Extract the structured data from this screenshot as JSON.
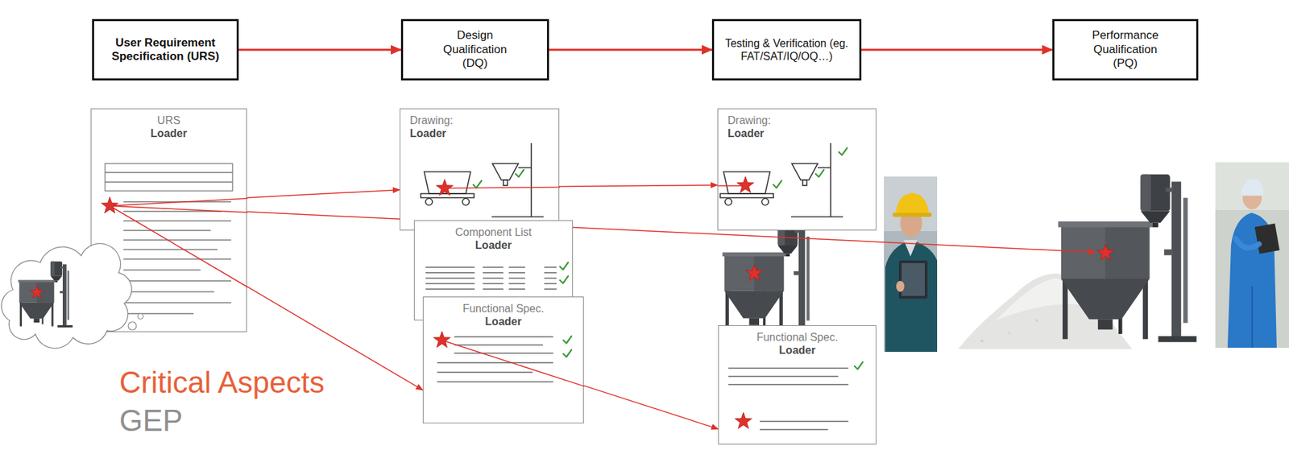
{
  "diagram": {
    "nodes": [
      {
        "text": [
          "User Requirement Specification (URS)"
        ]
      },
      {
        "text": [
          "Design Qualification (DQ)"
        ]
      },
      {
        "text": [
          "Testing & Verification (eg. FAT/SAT/IQ/OQ…)"
        ]
      },
      {
        "text": [
          "Performance Qualification (PQ)"
        ]
      },
      {
        "text": [
          "URS",
          "Loader"
        ]
      },
      {
        "text": [
          "Drawing:",
          "Loader"
        ]
      },
      {
        "text": [
          "Component List",
          "Loader"
        ]
      },
      {
        "text": [
          "Functional Spec.",
          "Loader"
        ]
      },
      {
        "text": [
          "Drawing:",
          "Loader"
        ]
      },
      {
        "text": [
          "Functional Spec.",
          "Loader"
        ]
      }
    ],
    "edges": [
      {
        "from": 0,
        "to": 1,
        "arrow": "to"
      },
      {
        "from": 1,
        "to": 2,
        "arrow": "to"
      },
      {
        "from": 2,
        "to": 3,
        "arrow": "to"
      },
      {
        "from": 4,
        "to": 5,
        "arrow": "to"
      },
      {
        "from": 5,
        "to": 8,
        "arrow": "to"
      },
      {
        "from": 4,
        "to": 7,
        "arrow": "to"
      },
      {
        "from": 7,
        "to": 9,
        "arrow": "to"
      }
    ],
    "labels": [
      "Critical Aspects",
      "GEP"
    ]
  }
}
